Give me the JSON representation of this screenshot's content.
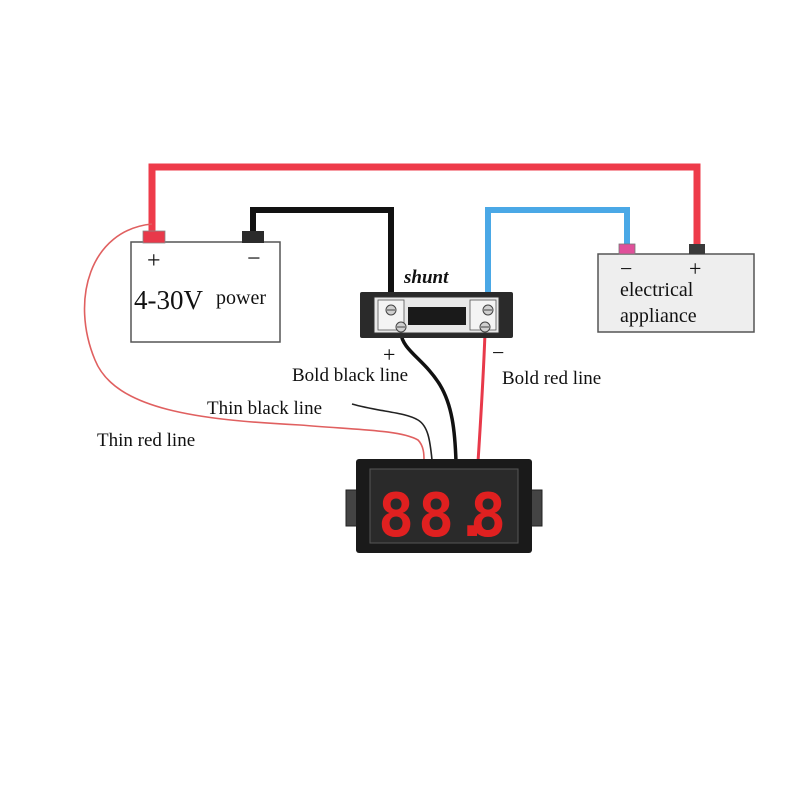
{
  "power_source": {
    "plus": "+",
    "minus": "−",
    "voltage": "4-30V",
    "label": "power"
  },
  "shunt": {
    "label": "shunt",
    "plus": "+",
    "minus": "−"
  },
  "appliance": {
    "minus": "−",
    "plus": "+",
    "label_line1": "electrical",
    "label_line2": "appliance"
  },
  "wire_labels": {
    "bold_black": "Bold black line",
    "bold_red": "Bold red line",
    "thin_black": "Thin black line",
    "thin_red": "Thin red line"
  },
  "display": {
    "digits": [
      "8",
      "8.",
      "8"
    ],
    "digit_color": "#e02020"
  },
  "colors": {
    "red_wire": "#ee3b4a",
    "black_wire": "#111111",
    "blue_wire": "#4aa8e6",
    "terminal_red": "#e8394a",
    "terminal_pink": "#e0509a",
    "terminal_dark": "#3a3a3a",
    "thin_red": "#e06060"
  }
}
